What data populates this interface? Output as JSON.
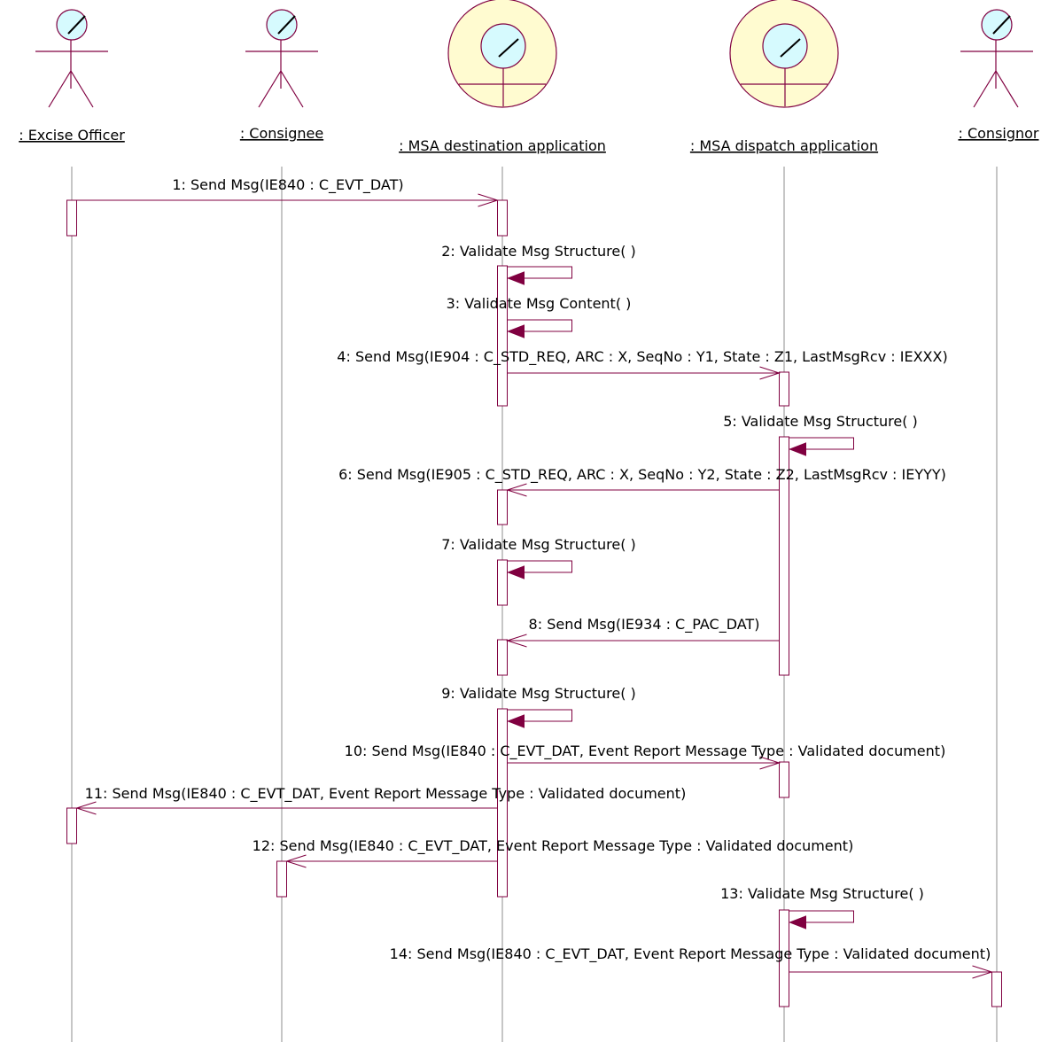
{
  "colors": {
    "line": "#800040",
    "lifeline": "#8c8c8c",
    "head_fill": "#d6fafe",
    "actor_circle_fill": "#fffbd0",
    "arrowhead": "#800040",
    "text": "#000000"
  },
  "participants": [
    {
      "id": "excise_officer",
      "label": ": Excise Officer",
      "kind": "actor",
      "icon": "actor-stick-figure-icon"
    },
    {
      "id": "consignee",
      "label": ": Consignee",
      "kind": "actor",
      "icon": "actor-stick-figure-icon"
    },
    {
      "id": "msa_destination",
      "label": ": MSA destination application",
      "kind": "business-actor",
      "icon": "business-actor-icon"
    },
    {
      "id": "msa_dispatch",
      "label": ": MSA dispatch application",
      "kind": "business-actor",
      "icon": "business-actor-icon"
    },
    {
      "id": "consignor",
      "label": ": Consignor",
      "kind": "actor",
      "icon": "actor-stick-figure-icon"
    }
  ],
  "messages": [
    {
      "num": 1,
      "label": "1: Send Msg(IE840 : C_EVT_DAT)",
      "from": "excise_officer",
      "to": "msa_destination",
      "type": "message"
    },
    {
      "num": 2,
      "label": "2: Validate Msg Structure( )",
      "from": "msa_destination",
      "to": "msa_destination",
      "type": "self"
    },
    {
      "num": 3,
      "label": "3: Validate Msg Content( )",
      "from": "msa_destination",
      "to": "msa_destination",
      "type": "self"
    },
    {
      "num": 4,
      "label": "4: Send Msg(IE904 : C_STD_REQ, ARC : X, SeqNo : Y1, State : Z1, LastMsgRcv : IEXXX)",
      "from": "msa_destination",
      "to": "msa_dispatch",
      "type": "message"
    },
    {
      "num": 5,
      "label": "5: Validate Msg Structure( )",
      "from": "msa_dispatch",
      "to": "msa_dispatch",
      "type": "self"
    },
    {
      "num": 6,
      "label": "6: Send Msg(IE905 : C_STD_REQ, ARC : X, SeqNo : Y2, State : Z2, LastMsgRcv : IEYYY)",
      "from": "msa_dispatch",
      "to": "msa_destination",
      "type": "message"
    },
    {
      "num": 7,
      "label": "7: Validate Msg Structure( )",
      "from": "msa_destination",
      "to": "msa_destination",
      "type": "self"
    },
    {
      "num": 8,
      "label": "8: Send Msg(IE934 : C_PAC_DAT)",
      "from": "msa_dispatch",
      "to": "msa_destination",
      "type": "message"
    },
    {
      "num": 9,
      "label": "9: Validate Msg Structure( )",
      "from": "msa_destination",
      "to": "msa_destination",
      "type": "self"
    },
    {
      "num": 10,
      "label": "10: Send Msg(IE840 : C_EVT_DAT, Event Report Message Type : Validated document)",
      "from": "msa_destination",
      "to": "msa_dispatch",
      "type": "message"
    },
    {
      "num": 11,
      "label": "11: Send Msg(IE840 : C_EVT_DAT, Event Report Message Type : Validated document)",
      "from": "msa_destination",
      "to": "excise_officer",
      "type": "message"
    },
    {
      "num": 12,
      "label": "12: Send Msg(IE840 : C_EVT_DAT, Event Report Message Type : Validated document)",
      "from": "msa_destination",
      "to": "consignee",
      "type": "message"
    },
    {
      "num": 13,
      "label": "13: Validate Msg Structure( )",
      "from": "msa_dispatch",
      "to": "msa_dispatch",
      "type": "self"
    },
    {
      "num": 14,
      "label": "14: Send Msg(IE840 : C_EVT_DAT, Event Report Message Type : Validated document)",
      "from": "msa_dispatch",
      "to": "consignor",
      "type": "message"
    }
  ]
}
